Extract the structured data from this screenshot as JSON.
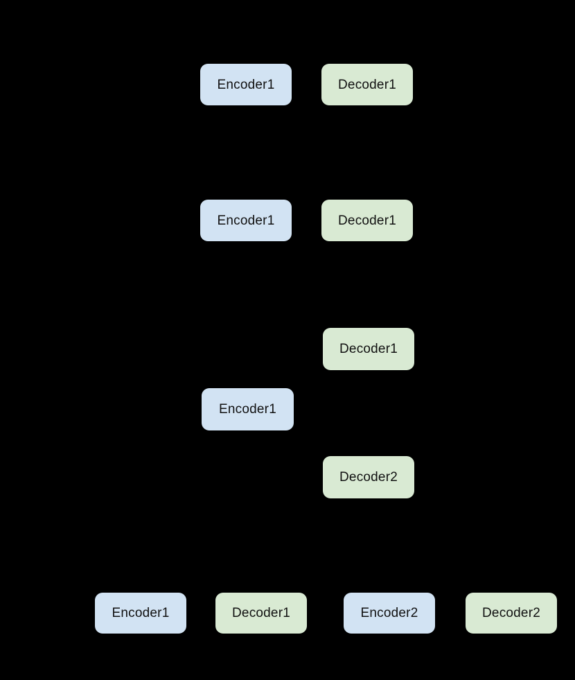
{
  "diagram": {
    "background_color": "#000000",
    "colors": {
      "encoder_fill": "#d2e3f3",
      "decoder_fill": "#d9ead3",
      "label_text": "#111111"
    },
    "nodes": [
      {
        "label": "Encoder1",
        "kind": "encoder"
      },
      {
        "label": "Decoder1",
        "kind": "decoder"
      },
      {
        "label": "Encoder1",
        "kind": "encoder"
      },
      {
        "label": "Decoder1",
        "kind": "decoder"
      },
      {
        "label": "Decoder1",
        "kind": "decoder"
      },
      {
        "label": "Encoder1",
        "kind": "encoder"
      },
      {
        "label": "Decoder2",
        "kind": "decoder"
      },
      {
        "label": "Encoder1",
        "kind": "encoder"
      },
      {
        "label": "Decoder1",
        "kind": "decoder"
      },
      {
        "label": "Encoder2",
        "kind": "encoder"
      },
      {
        "label": "Decoder2",
        "kind": "decoder"
      }
    ]
  }
}
